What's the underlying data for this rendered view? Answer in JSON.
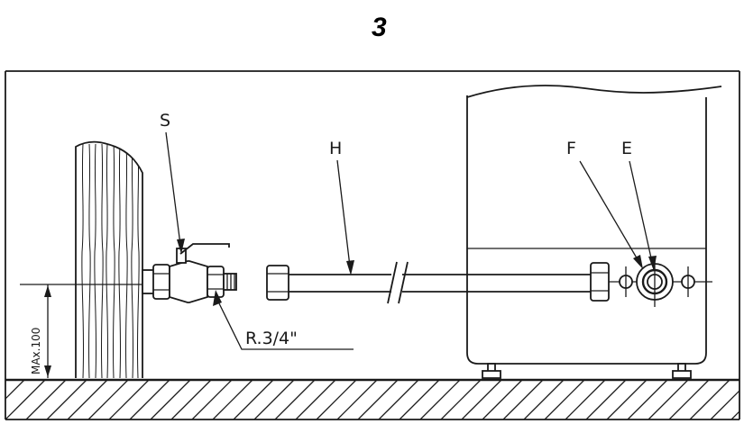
{
  "figure": {
    "number": "3",
    "labels": {
      "S": "S",
      "H": "H",
      "F": "F",
      "E": "E",
      "thread": "R.3/4\"",
      "dimension": "MAx.100"
    }
  }
}
